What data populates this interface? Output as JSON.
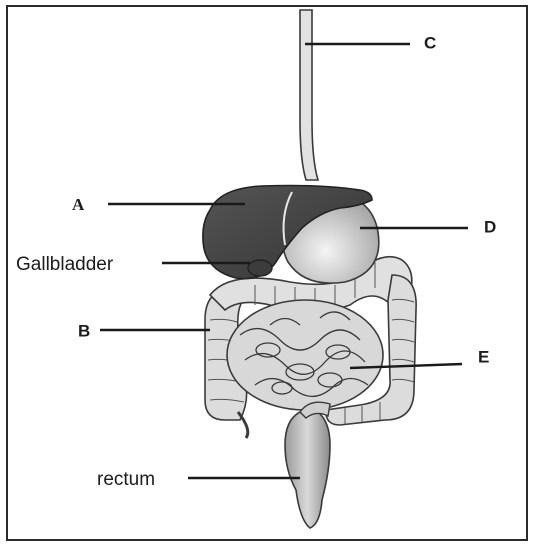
{
  "diagram": {
    "labels": {
      "a": "A",
      "b": "B",
      "c": "C",
      "d": "D",
      "e": "E",
      "gallbladder": "Gallbladder",
      "rectum": "rectum"
    }
  },
  "colors": {
    "frame": "#2b2b2b",
    "liver": "#4a4a4a",
    "stomach": "#d4d4d4",
    "intestine": "#dedede",
    "outline": "#3a3a3a",
    "leader": "#1a1a1a"
  }
}
